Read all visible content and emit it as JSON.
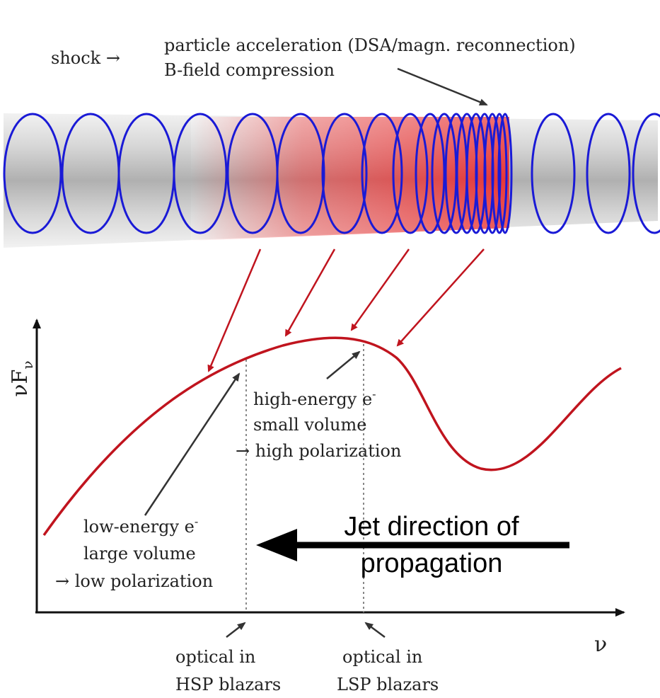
{
  "top": {
    "shock_label": "shock →",
    "accel_line1": "particle acceleration (DSA/magn. reconnection)",
    "accel_line2": "B-field compression"
  },
  "plot": {
    "ylabel_main": "νF",
    "ylabel_sub": "ν",
    "xlabel": "ν"
  },
  "high_energy": {
    "line1": "high-energy e",
    "line1_sup": "-",
    "line2": "small volume",
    "line3": "→ high polarization"
  },
  "low_energy": {
    "line1": "low-energy e",
    "line1_sup": "-",
    "line2": "large volume",
    "line3": "→ low polarization"
  },
  "jet": {
    "line1": "Jet direction of",
    "line2": "propagation"
  },
  "hsp": {
    "line1": "optical in",
    "line2": "HSP blazars"
  },
  "lsp": {
    "line1": "optical in",
    "line2": "LSP blazars"
  },
  "colors": {
    "helix": "#1a1ad6",
    "curve": "#c0141e",
    "emission": "#e83030",
    "tube": "#c4c4c4"
  }
}
